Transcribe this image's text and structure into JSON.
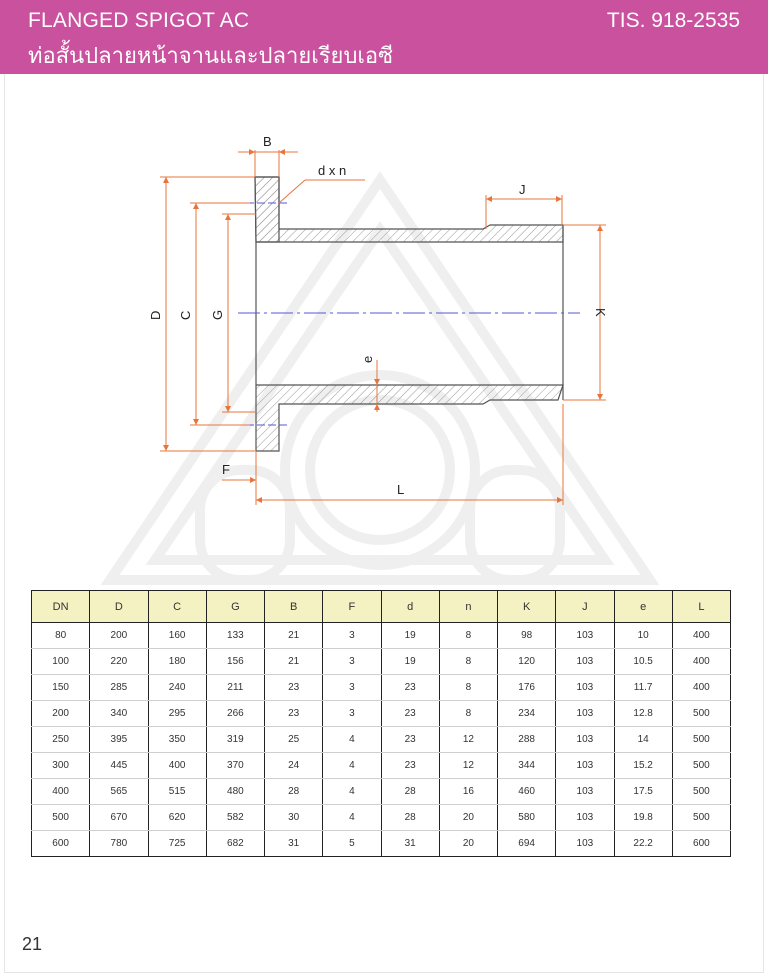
{
  "header": {
    "title": "FLANGED SPIGOT AC",
    "subtitle": "ท่อสั้นปลายหน้าจานและปลายเรียบเอซี",
    "standard": "TIS. 918-2535",
    "background_color": "#c9519d"
  },
  "drawing": {
    "labels": {
      "B": "B",
      "dxn": "d x n",
      "J": "J",
      "D": "D",
      "C": "C",
      "G": "G",
      "K": "K",
      "e": "e",
      "F": "F",
      "L": "L"
    }
  },
  "table": {
    "headers": [
      "DN",
      "D",
      "C",
      "G",
      "B",
      "F",
      "d",
      "n",
      "K",
      "J",
      "e",
      "L"
    ],
    "rows": [
      [
        "80",
        "200",
        "160",
        "133",
        "21",
        "3",
        "19",
        "8",
        "98",
        "103",
        "10",
        "400"
      ],
      [
        "100",
        "220",
        "180",
        "156",
        "21",
        "3",
        "19",
        "8",
        "120",
        "103",
        "10.5",
        "400"
      ],
      [
        "150",
        "285",
        "240",
        "211",
        "23",
        "3",
        "23",
        "8",
        "176",
        "103",
        "11.7",
        "400"
      ],
      [
        "200",
        "340",
        "295",
        "266",
        "23",
        "3",
        "23",
        "8",
        "234",
        "103",
        "12.8",
        "500"
      ],
      [
        "250",
        "395",
        "350",
        "319",
        "25",
        "4",
        "23",
        "12",
        "288",
        "103",
        "14",
        "500"
      ],
      [
        "300",
        "445",
        "400",
        "370",
        "24",
        "4",
        "23",
        "12",
        "344",
        "103",
        "15.2",
        "500"
      ],
      [
        "400",
        "565",
        "515",
        "480",
        "28",
        "4",
        "28",
        "16",
        "460",
        "103",
        "17.5",
        "500"
      ],
      [
        "500",
        "670",
        "620",
        "582",
        "30",
        "4",
        "28",
        "20",
        "580",
        "103",
        "19.8",
        "500"
      ],
      [
        "600",
        "780",
        "725",
        "682",
        "31",
        "5",
        "31",
        "20",
        "694",
        "103",
        "22.2",
        "600"
      ]
    ],
    "header_color": "#f4f1c2"
  },
  "page_number": "21"
}
